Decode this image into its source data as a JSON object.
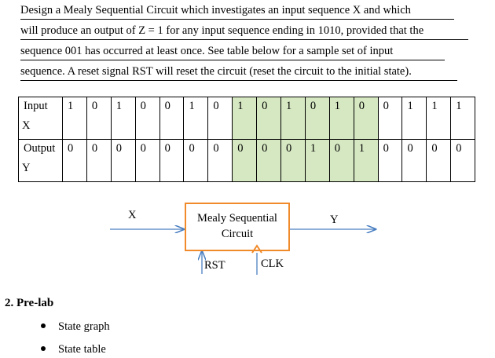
{
  "paragraph": {
    "lines": [
      "Design a Mealy Sequential Circuit which investigates an input sequence X and which",
      "will produce an output of Z = 1 for any input sequence ending in 1010, provided that the",
      "sequence 001 has occurred at least once. See table below for a sample set of input",
      "sequence. A reset signal RST will reset the circuit (reset the circuit to the initial state)."
    ]
  },
  "table": {
    "rows": [
      {
        "label_top": "Input",
        "label_bottom": "X",
        "values": [
          "1",
          "0",
          "1",
          "0",
          "0",
          "1",
          "0",
          "1",
          "0",
          "1",
          "0",
          "1",
          "0",
          "0",
          "1",
          "1",
          "1"
        ]
      },
      {
        "label_top": "Output",
        "label_bottom": "Y",
        "values": [
          "0",
          "0",
          "0",
          "0",
          "0",
          "0",
          "0",
          "0",
          "0",
          "0",
          "1",
          "0",
          "1",
          "0",
          "0",
          "0",
          "0"
        ]
      }
    ],
    "highlight_color": "#d6e8c2",
    "highlighted_columns": [
      7,
      8,
      9,
      10,
      11,
      12
    ]
  },
  "diagram": {
    "block_line1": "Mealy Sequential",
    "block_line2": "Circuit",
    "input_label": "X",
    "output_label": "Y",
    "reset_label": "RST",
    "clock_label": "CLK",
    "box_color": "#f08a2a",
    "arrow_color": "#4a7fc1"
  },
  "prelab": {
    "heading": "2.   Pre-lab",
    "items": [
      "State graph",
      "State table"
    ]
  }
}
